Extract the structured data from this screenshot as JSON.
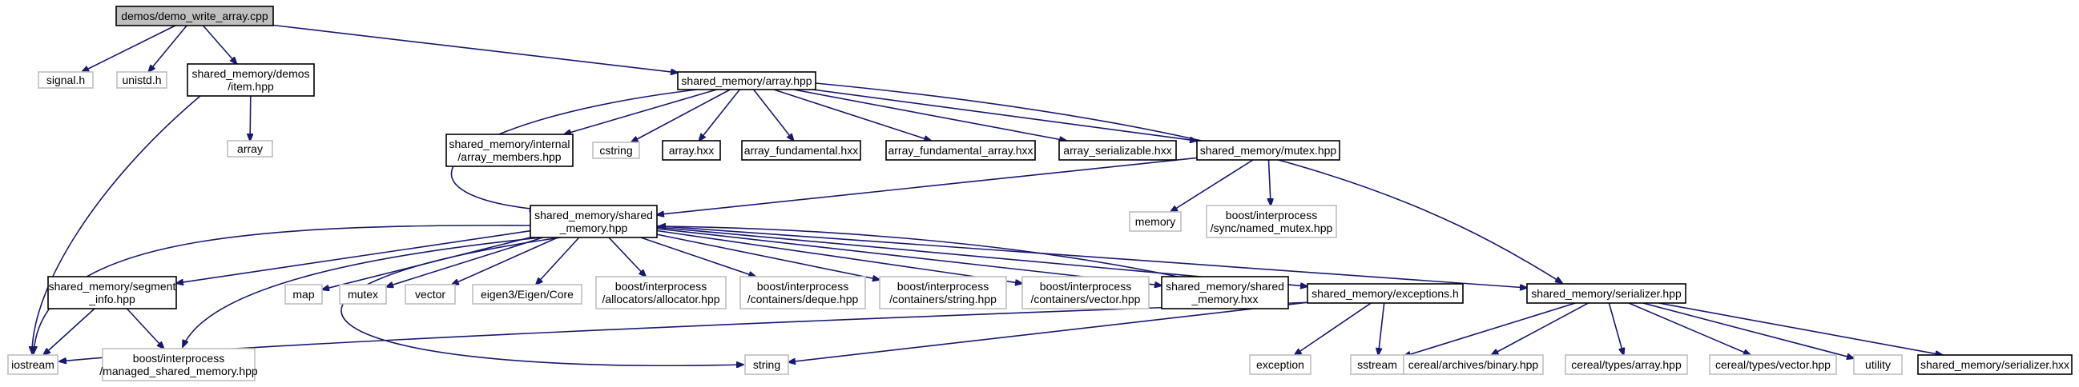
{
  "nodes": {
    "root": [
      "demos/demo_write_array.cpp"
    ],
    "signal_h": [
      "signal.h"
    ],
    "unistd_h": [
      "unistd.h"
    ],
    "item_hpp": [
      "shared_memory/demos",
      "/item.hpp"
    ],
    "array_hpp": [
      "shared_memory/array.hpp"
    ],
    "array": [
      "array"
    ],
    "array_members": [
      "shared_memory/internal",
      "/array_members.hpp"
    ],
    "cstring": [
      "cstring"
    ],
    "array_hxx": [
      "array.hxx"
    ],
    "array_fundamental": [
      "array_fundamental.hxx"
    ],
    "array_fundamental_array": [
      "array_fundamental_array.hxx"
    ],
    "array_serializable": [
      "array_serializable.hxx"
    ],
    "mutex_hpp": [
      "shared_memory/mutex.hpp"
    ],
    "shared_memory_hpp": [
      "shared_memory/shared",
      "_memory.hpp"
    ],
    "memory": [
      "memory"
    ],
    "named_mutex": [
      "boost/interprocess",
      "/sync/named_mutex.hpp"
    ],
    "segment_info": [
      "shared_memory/segment",
      "_info.hpp"
    ],
    "map": [
      "map"
    ],
    "mutex": [
      "mutex"
    ],
    "vector": [
      "vector"
    ],
    "eigen": [
      "eigen3/Eigen/Core"
    ],
    "alloc": [
      "boost/interprocess",
      "/allocators/allocator.hpp"
    ],
    "deque": [
      "boost/interprocess",
      "/containers/deque.hpp"
    ],
    "bstring": [
      "boost/interprocess",
      "/containers/string.hpp"
    ],
    "bvector": [
      "boost/interprocess",
      "/containers/vector.hpp"
    ],
    "shared_memory_hxx": [
      "shared_memory/shared",
      "_memory.hxx"
    ],
    "exceptions": [
      "shared_memory/exceptions.h"
    ],
    "serializer_hpp": [
      "shared_memory/serializer.hpp"
    ],
    "iostream": [
      "iostream"
    ],
    "managed": [
      "boost/interprocess",
      "/managed_shared_memory.hpp"
    ],
    "string": [
      "string"
    ],
    "exception": [
      "exception"
    ],
    "sstream": [
      "sstream"
    ],
    "binary": [
      "cereal/archives/binary.hpp"
    ],
    "ctypes_array": [
      "cereal/types/array.hpp"
    ],
    "ctypes_vector": [
      "cereal/types/vector.hpp"
    ],
    "utility": [
      "utility"
    ],
    "serializer_hxx": [
      "shared_memory/serializer.hxx"
    ]
  },
  "colors": {
    "edge": "#191970",
    "root_fill": "#bfbfbf",
    "documented_border": "#000000",
    "external_border": "#bfbfbf"
  }
}
